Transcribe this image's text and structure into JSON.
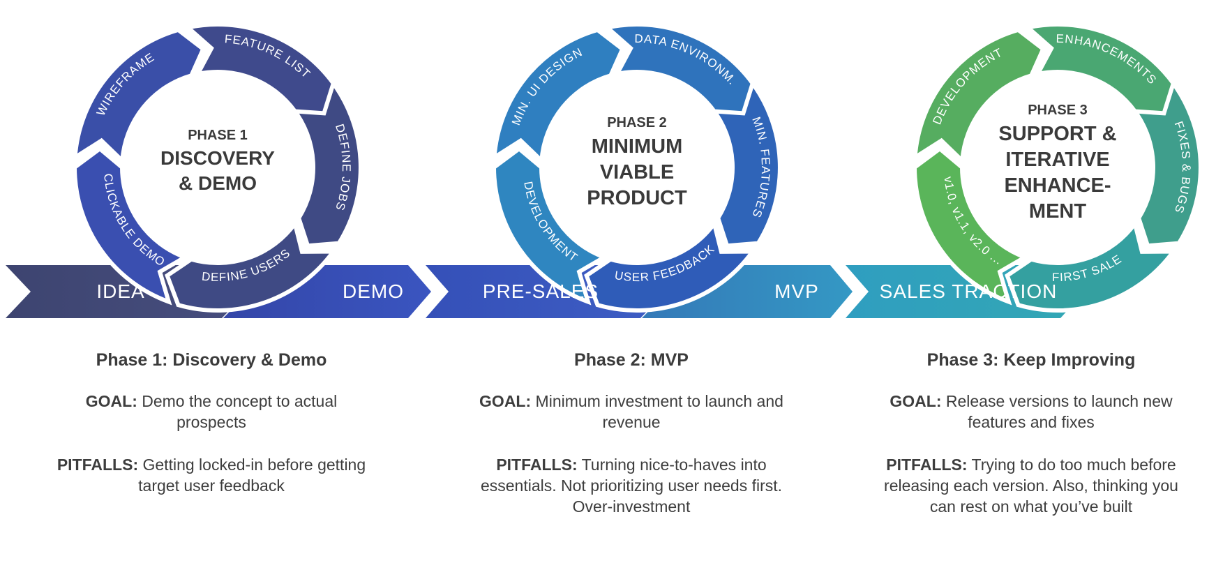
{
  "timeline": [
    "IDEA",
    "DEMO",
    "PRE-SALES",
    "MVP",
    "SALES TRACTION"
  ],
  "phases": [
    {
      "id": "phase1",
      "label": "PHASE 1",
      "title_lines": [
        "DISCOVERY",
        "& DEMO"
      ],
      "segments": [
        "DEFINE JOBS",
        "DEFINE USERS",
        "CLICKABLE DEMO",
        "WIREFRAME",
        "FEATURE LIST"
      ],
      "colors": [
        "#3f4a84",
        "#3f4a84",
        "#3a4fb0",
        "#3a4fa8",
        "#3f4a8c"
      ],
      "caption": {
        "title": "Phase 1: Discovery & Demo",
        "goal_label": "GOAL:",
        "goal_text": " Demo the concept to actual prospects",
        "pitfalls_label": "PITFALLS:",
        "pitfalls_text": " Getting locked-in before getting target user feedback"
      }
    },
    {
      "id": "phase2",
      "label": "PHASE 2",
      "title_lines": [
        "MINIMUM",
        "VIABLE",
        "PRODUCT"
      ],
      "segments": [
        "MIN. FEATURES",
        "USER FEEDBACK",
        "DEVELOPMENT",
        "MIN. UI DESIGN",
        "DATA ENVIRONM."
      ],
      "colors": [
        "#2f64b8",
        "#2f5cb8",
        "#2f86c0",
        "#2f7fc0",
        "#2f73bc"
      ],
      "caption": {
        "title": "Phase 2: MVP",
        "goal_label": "GOAL:",
        "goal_text": " Minimum investment to launch and revenue",
        "pitfalls_label": "PITFALLS:",
        "pitfalls_text": " Turning nice-to-haves into essentials. Not prioritizing user needs first. Over-investment"
      }
    },
    {
      "id": "phase3",
      "label": "PHASE 3",
      "title_lines": [
        "SUPPORT &",
        "ITERATIVE",
        "ENHANCE-",
        "MENT"
      ],
      "segments": [
        "FIXES & BUGS",
        "FIRST SALE",
        "v1.0, v1.1, v2.0 ...",
        "DEVELOPMENT",
        "ENHANCEMENTS"
      ],
      "colors": [
        "#3f9e8c",
        "#34a0a0",
        "#5ab55a",
        "#56ad60",
        "#4aa772"
      ],
      "caption": {
        "title": "Phase 3: Keep Improving",
        "goal_label": "GOAL:",
        "goal_text": " Release versions to launch new features and fixes",
        "pitfalls_label": "PITFALLS:",
        "pitfalls_text": " Trying to do too much before releasing each version. Also, thinking you can rest on what you’ve built"
      }
    }
  ]
}
